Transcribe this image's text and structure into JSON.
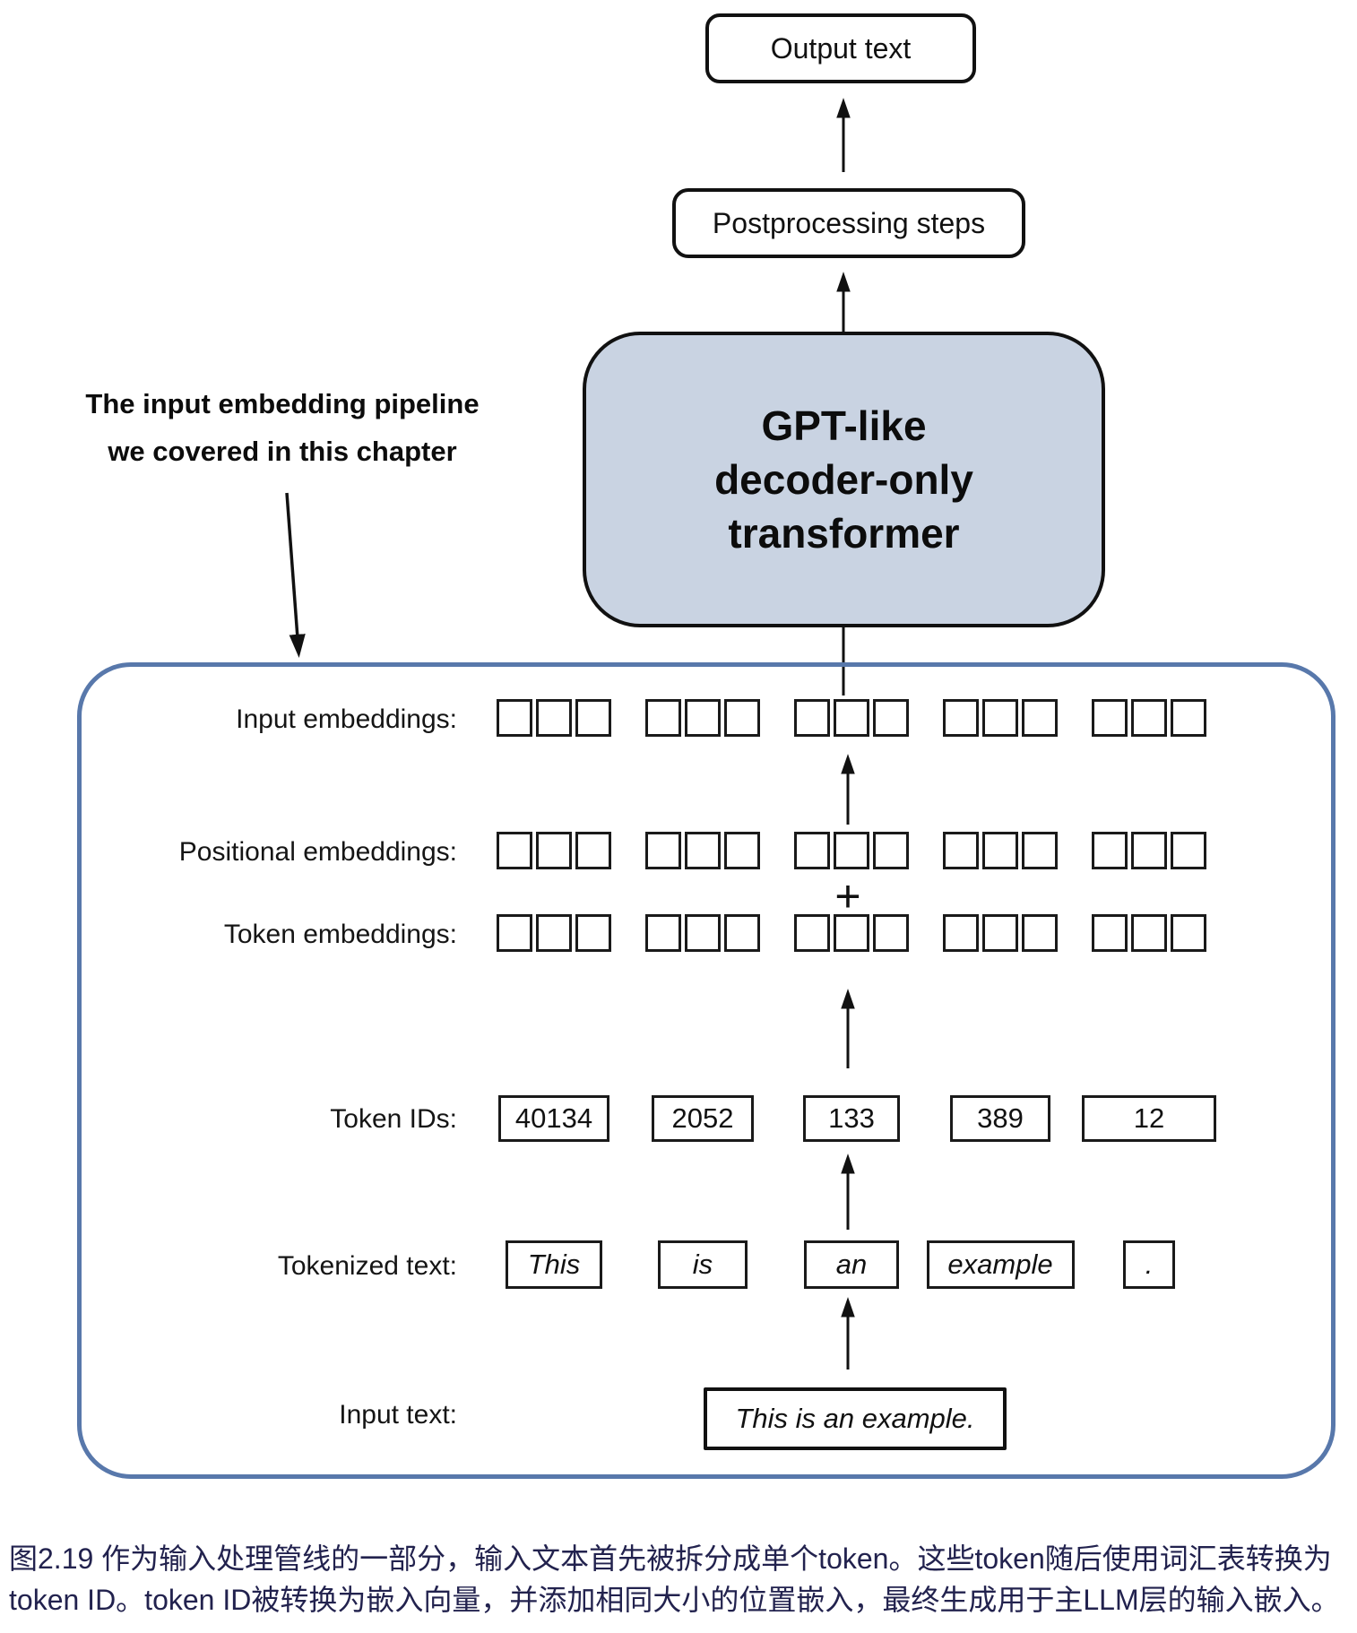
{
  "pipeline_top": {
    "output_box_label": "Output text",
    "postprocessing_box_label": "Postprocessing steps",
    "transformer_box": {
      "line1": "GPT-like",
      "line2": "decoder-only",
      "line3": "transformer",
      "fill_color": "#c9d3e2"
    }
  },
  "annotation": {
    "line1": "The input embedding pipeline",
    "line2": "we covered in this chapter"
  },
  "embedding_pipeline": {
    "border_color": "#5878ab",
    "labels": {
      "input_embeddings": "Input embeddings:",
      "positional_embeddings": "Positional embeddings:",
      "token_embeddings": "Token embeddings:",
      "token_ids": "Token IDs:",
      "tokenized_text": "Tokenized text:",
      "input_text": "Input text:"
    },
    "plus_sign": "+",
    "embedding_groups_per_row": 5,
    "cells_per_group": 3,
    "token_ids": [
      "40134",
      "2052",
      "133",
      "389",
      "12"
    ],
    "tokens": [
      "This",
      "is",
      "an",
      "example",
      "."
    ],
    "input_text": "This is an example."
  },
  "caption": {
    "line1": "图2.19 作为输入处理管线的一部分，输入文本首先被拆分成单个token。这些token随后使用词汇表转换为",
    "line2": "token ID。token ID被转换为嵌入向量，并添加相同大小的位置嵌入，最终生成用于主LLM层的输入嵌入。"
  }
}
